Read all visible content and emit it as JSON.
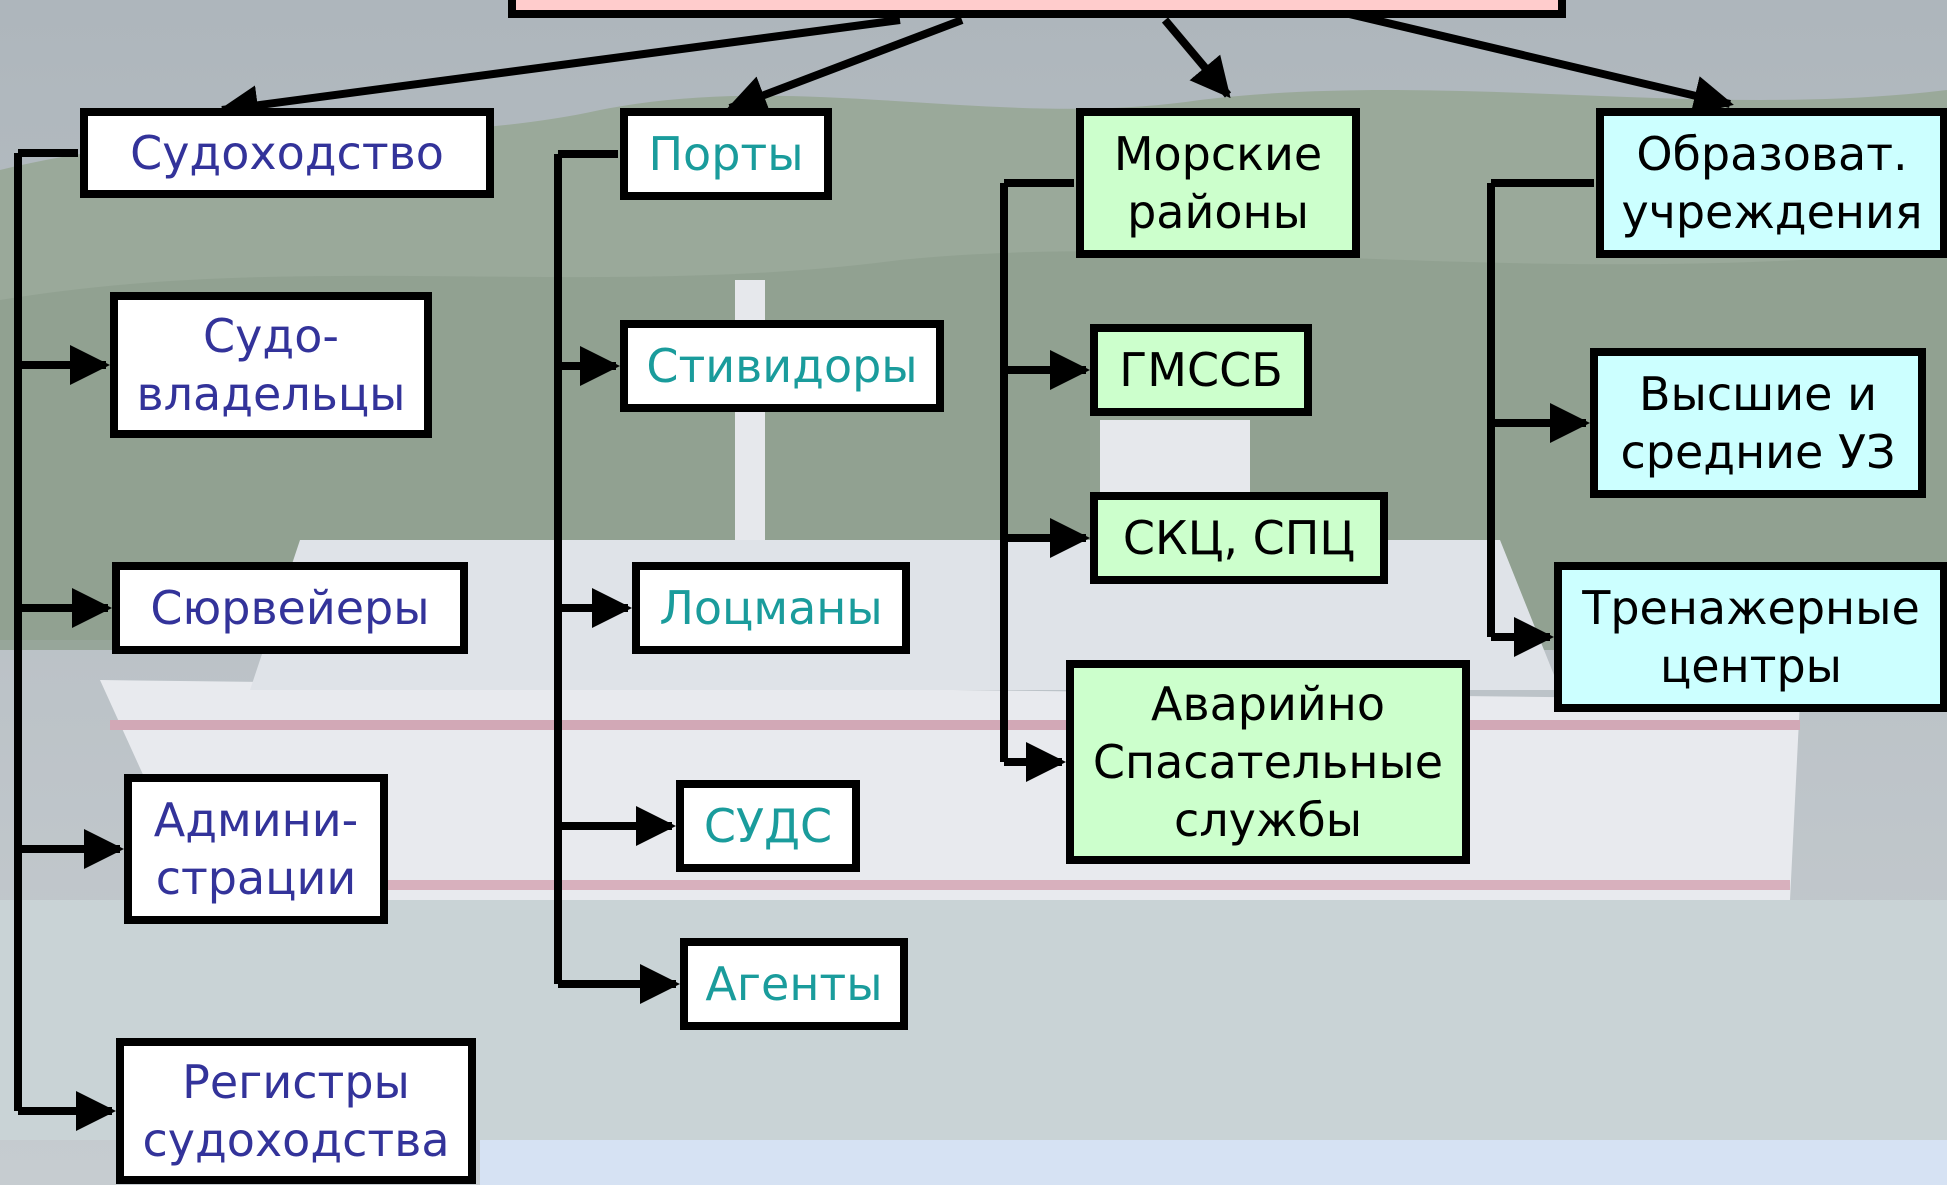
{
  "diagram": {
    "colors": {
      "column1_text": "#33339a",
      "column2_text": "#1a9c9c",
      "column3_fill": "#ccffcc",
      "column4_fill": "#ccffff",
      "root_fill": "#ffcccc",
      "connector": "#000000"
    },
    "columns": [
      {
        "nodes": [
          {
            "label": "Судоходство"
          },
          {
            "label": "Судо-\nвладельцы"
          },
          {
            "label": "Сюрвейеры"
          },
          {
            "label": "Админи-\nстрации"
          },
          {
            "label": "Регистры\nсудоходства"
          }
        ]
      },
      {
        "nodes": [
          {
            "label": "Порты"
          },
          {
            "label": "Стивидоры"
          },
          {
            "label": "Лоцманы"
          },
          {
            "label": "СУДС"
          },
          {
            "label": "Агенты"
          }
        ]
      },
      {
        "nodes": [
          {
            "label": "Морские\nрайоны"
          },
          {
            "label": "ГМССБ"
          },
          {
            "label": "СКЦ, СПЦ"
          },
          {
            "label": "Аварийно\nСпасательные\nслужбы"
          }
        ]
      },
      {
        "nodes": [
          {
            "label": "Образоват.\nучреждения"
          },
          {
            "label": "Высшие и\nсредние УЗ"
          },
          {
            "label": "Тренажерные\nцентры"
          }
        ]
      }
    ]
  }
}
